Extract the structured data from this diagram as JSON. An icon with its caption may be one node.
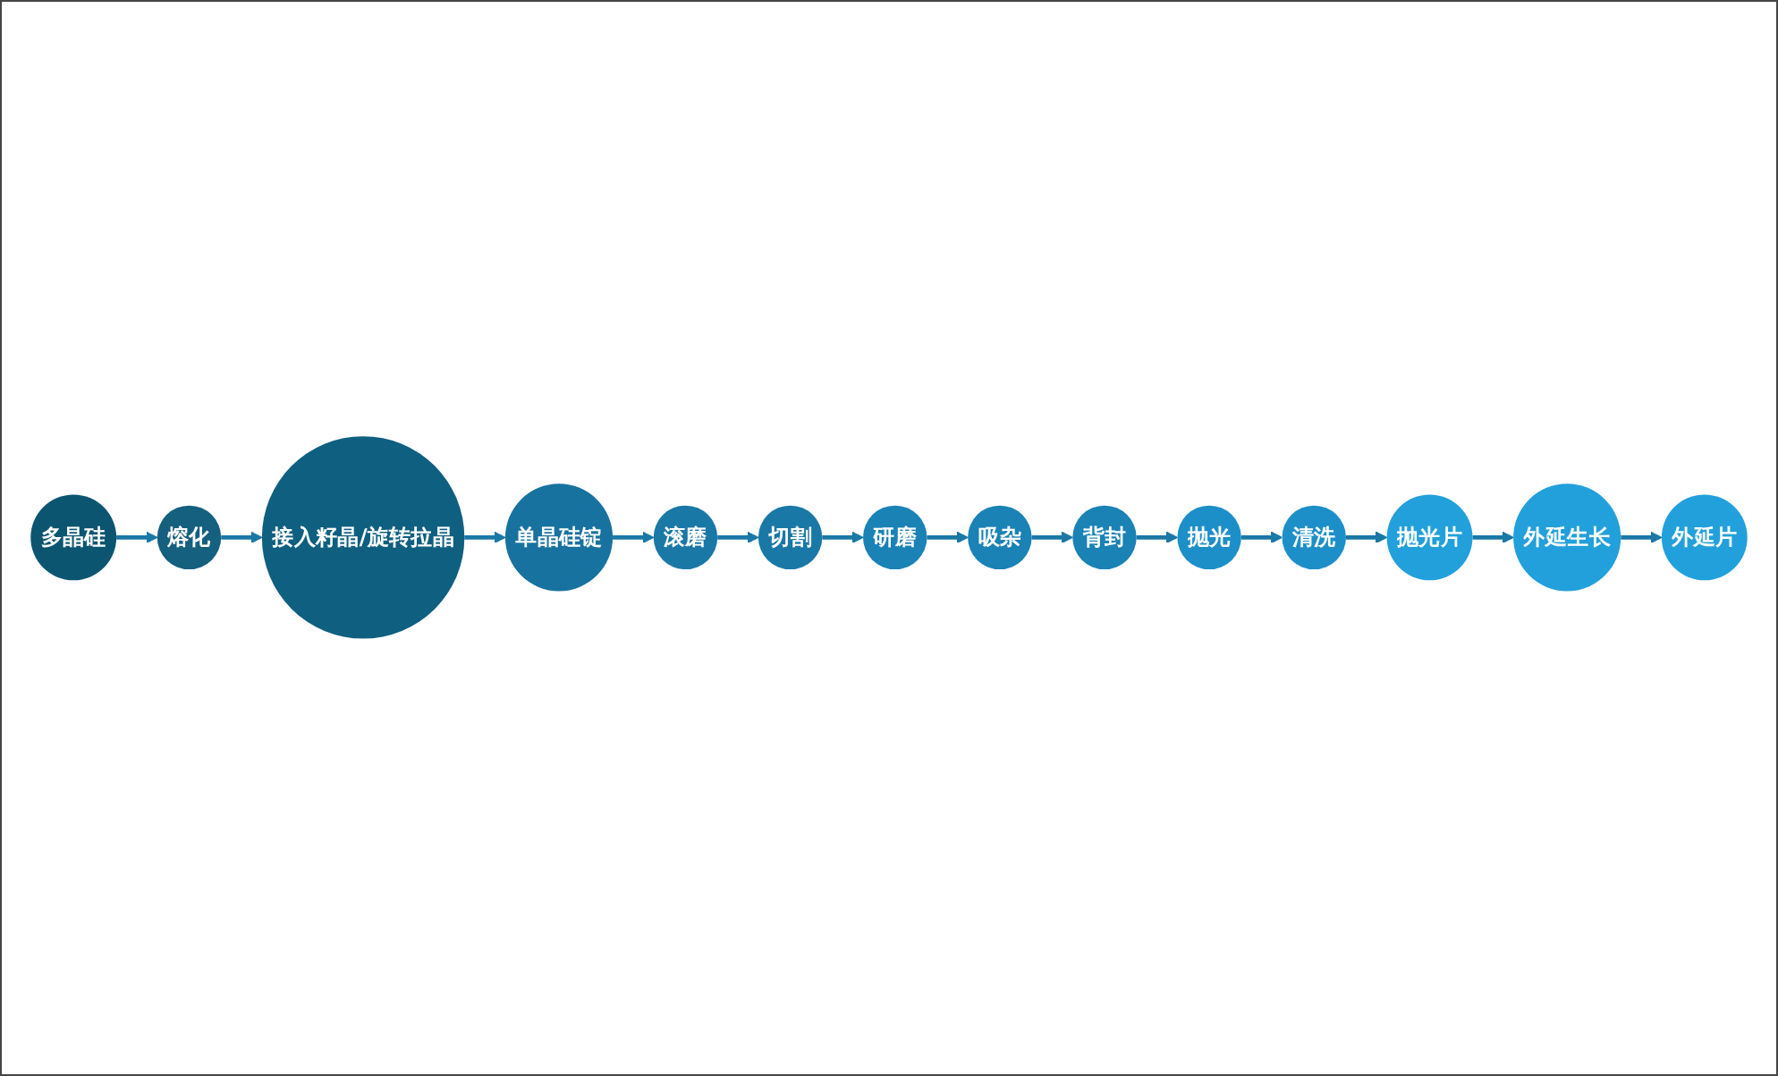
{
  "diagram": {
    "nodes": [
      {
        "text": [
          "多晶硅"
        ]
      },
      {
        "text": [
          "熔化"
        ]
      },
      {
        "text": [
          "接入籽晶/旋转拉晶"
        ]
      },
      {
        "text": [
          "单晶硅锭"
        ]
      },
      {
        "text": [
          "滚磨"
        ]
      },
      {
        "text": [
          "切割"
        ]
      },
      {
        "text": [
          "研磨"
        ]
      },
      {
        "text": [
          "吸杂"
        ]
      },
      {
        "text": [
          "背封"
        ]
      },
      {
        "text": [
          "抛光"
        ]
      },
      {
        "text": [
          "清洗"
        ]
      },
      {
        "text": [
          "抛光片"
        ]
      },
      {
        "text": [
          "外延生长"
        ]
      },
      {
        "text": [
          "外延片"
        ]
      }
    ],
    "edges": [
      {
        "from": 0,
        "to": 1,
        "arrow": "to"
      },
      {
        "from": 1,
        "to": 2,
        "arrow": "to"
      },
      {
        "from": 2,
        "to": 3,
        "arrow": "to"
      },
      {
        "from": 3,
        "to": 4,
        "arrow": "to"
      },
      {
        "from": 4,
        "to": 5,
        "arrow": "to"
      },
      {
        "from": 5,
        "to": 6,
        "arrow": "to"
      },
      {
        "from": 6,
        "to": 7,
        "arrow": "to"
      },
      {
        "from": 7,
        "to": 8,
        "arrow": "to"
      },
      {
        "from": 8,
        "to": 9,
        "arrow": "to"
      },
      {
        "from": 9,
        "to": 10,
        "arrow": "to"
      },
      {
        "from": 10,
        "to": 11,
        "arrow": "to"
      },
      {
        "from": 11,
        "to": 12,
        "arrow": "to"
      },
      {
        "from": 12,
        "to": 13,
        "arrow": "to"
      }
    ]
  }
}
